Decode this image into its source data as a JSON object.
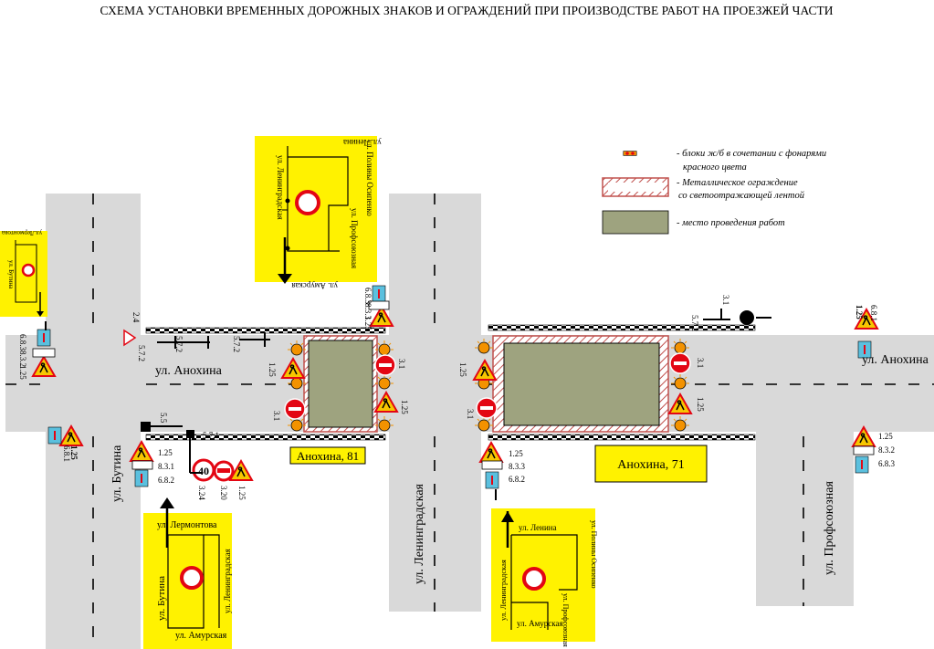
{
  "title": "СХЕМА УСТАНОВКИ ВРЕМЕННЫХ ДОРОЖНЫХ ЗНАКОВ И ОГРАЖДЕНИЙ ПРИ ПРОИЗВОДСТВЕ РАБОТ НА ПРОЕЗЖЕЙ ЧАСТИ",
  "legend": {
    "blocks": "- блоки ж/б в сочетании с фонарями красного цвета",
    "blocks_l1": "- блоки ж/б в сочетании с фонарями",
    "blocks_l2": "красного цвета",
    "fence_l1": "- Металлическое ограждение",
    "fence_l2": "со светоотражающей лентой",
    "work": "- место проведения работ"
  },
  "streets": {
    "anokhina": "ул. Анохина",
    "butina": "ул. Бутина",
    "leningradskaya": "ул. Ленинградская",
    "profsoyuznaya": "ул. Профсоюзная"
  },
  "addresses": {
    "a81": "Анохина, 81",
    "a71": "Анохина, 71"
  },
  "insets": {
    "lenina": "ул. Ленина",
    "polinyOsipenko": "ул. Полины Осипенко",
    "leningradskaya": "ул. Ленинградская",
    "profsoyuznaya": "ул. Профсоюзная",
    "amurskaya": "ул. Амурская",
    "lermontova": "ул. Лермонтова",
    "butina": "ул. Бутина",
    "lermontova2": "ул.Лермонтова",
    "butina2": "ул. Бутина"
  },
  "signs": {
    "s125": "1.25",
    "s832": "8.3.2",
    "s833": "8.3.3",
    "s831": "8.3.1",
    "s681": "6.8.1",
    "s682": "6.8.2",
    "s683": "6.8.3",
    "s31": "3.1",
    "s24": "2.4",
    "s55": "5.5",
    "s571": "5.7.1",
    "s572": "5.7.2",
    "s324": "3.24",
    "s320": "3.20",
    "speed": "40",
    "s125b": "1.25"
  },
  "colors": {
    "road": "#d9d9d9",
    "inset": "#fff200",
    "work": "#9ea37f",
    "fence": "#c0504d",
    "lamp": "#f39200",
    "stop": "#e30613",
    "sign_blue": "#5bc0de"
  }
}
